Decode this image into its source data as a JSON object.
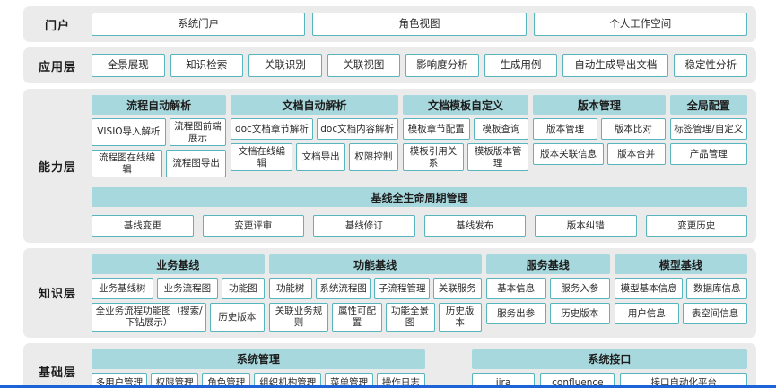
{
  "colors": {
    "header_teal": "#a7d8dd",
    "box_border": "#58b4bd",
    "row_background": "#ebebeb",
    "bottom_accent": "#1b63d6"
  },
  "portal": {
    "label": "门户",
    "items": [
      "系统门户",
      "角色视图",
      "个人工作空间"
    ]
  },
  "application": {
    "label": "应用层",
    "items": [
      "全景展现",
      "知识检索",
      "关联识别",
      "关联视图",
      "影响度分析",
      "生成用例",
      "自动生成导出文档",
      "稳定性分析"
    ]
  },
  "capability": {
    "label": "能力层",
    "groups": [
      {
        "title": "流程自动解析",
        "rows": [
          [
            "VISIO导入解析",
            "流程图前端展示"
          ],
          [
            "流程图在线编辑",
            "流程图导出"
          ]
        ]
      },
      {
        "title": "文档自动解析",
        "rows": [
          [
            "doc文档章节解析",
            "doc文档内容解析"
          ],
          [
            "文档在线编辑",
            "文档导出",
            "权限控制"
          ]
        ]
      },
      {
        "title": "文档模板自定义",
        "rows": [
          [
            "模板章节配置",
            "模板查询"
          ],
          [
            "模板引用关系",
            "模板版本管理"
          ]
        ]
      },
      {
        "title": "版本管理",
        "rows": [
          [
            "版本管理",
            "版本比对"
          ],
          [
            "版本关联信息",
            "版本合并"
          ]
        ]
      },
      {
        "title": "全局配置",
        "rows": [
          [
            "标签管理/自定义"
          ],
          [
            "产品管理"
          ]
        ]
      }
    ],
    "baseline": {
      "title": "基线全生命周期管理",
      "items": [
        "基线变更",
        "变更评审",
        "基线修订",
        "基线发布",
        "版本纠错",
        "变更历史"
      ]
    }
  },
  "knowledge": {
    "label": "知识层",
    "groups": [
      {
        "title": "业务基线",
        "rows": [
          [
            "业务基线树",
            "业务流程图",
            "功能图"
          ],
          [
            "全业务流程功能图（搜索/下钻展示）",
            "历史版本"
          ]
        ]
      },
      {
        "title": "功能基线",
        "rows": [
          [
            "功能树",
            "系统流程图",
            "子流程管理",
            "关联服务"
          ],
          [
            "关联业务规则",
            "属性可配置",
            "功能全景图",
            "历史版本"
          ]
        ]
      },
      {
        "title": "服务基线",
        "rows": [
          [
            "基本信息",
            "服务入参"
          ],
          [
            "服务出参",
            "历史版本"
          ]
        ]
      },
      {
        "title": "模型基线",
        "rows": [
          [
            "模型基本信息",
            "数据库信息"
          ],
          [
            "用户信息",
            "表空间信息"
          ]
        ]
      }
    ]
  },
  "foundation": {
    "label": "基础层",
    "groups": [
      {
        "title": "系统管理",
        "items": [
          "多用户管理",
          "权限管理",
          "角色管理",
          "组织机构管理",
          "菜单管理",
          "操作日志"
        ]
      },
      {
        "title": "系统接口",
        "items": [
          "jira",
          "confluence",
          "接口自动化平台"
        ]
      }
    ]
  }
}
